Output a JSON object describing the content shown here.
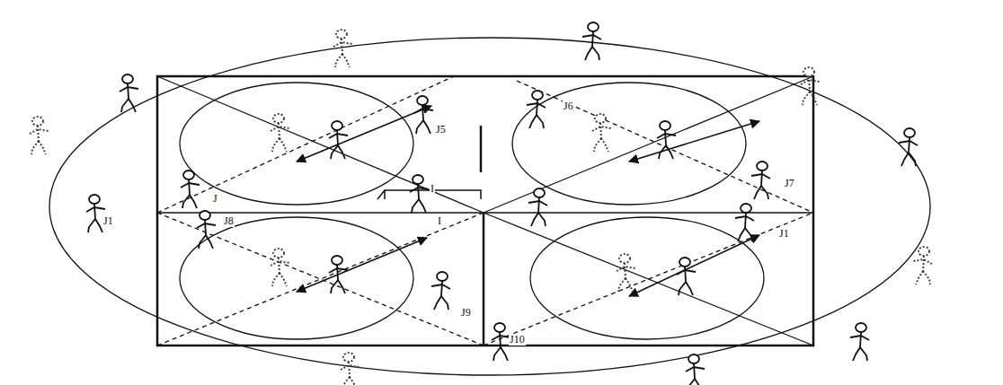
{
  "diagram": {
    "labels": [
      "J5",
      "J6",
      "J",
      "J7",
      "J1",
      "J8",
      "J9",
      "J10",
      "J1",
      "I",
      "I"
    ]
  }
}
